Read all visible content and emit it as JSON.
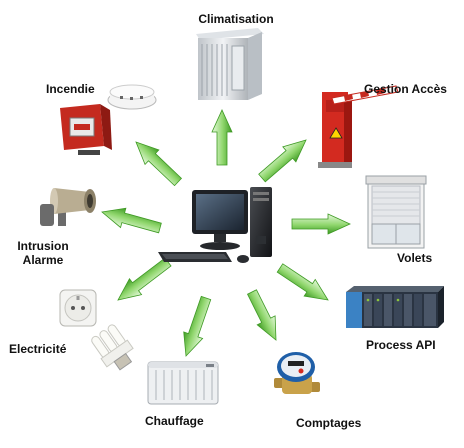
{
  "nodes": [
    {
      "id": "climatisation",
      "label": "Climatisation",
      "icon": "air-conditioner-icon"
    },
    {
      "id": "gestion-acces",
      "label": "Gestion Accès",
      "icon": "barrier-gate-icon"
    },
    {
      "id": "volets",
      "label": "Volets",
      "icon": "window-shutter-icon"
    },
    {
      "id": "process-api",
      "label": "Process API",
      "icon": "plc-rack-icon"
    },
    {
      "id": "comptages",
      "label": "Comptages",
      "icon": "water-meter-icon"
    },
    {
      "id": "chauffage",
      "label": "Chauffage",
      "icon": "radiator-icon"
    },
    {
      "id": "electricite",
      "label": "Electricité",
      "icon": "socket-bulb-icon"
    },
    {
      "id": "intrusion",
      "label_line1": "Intrusion",
      "label_line2": "Alarme",
      "icon": "siren-speaker-icon"
    },
    {
      "id": "incendie",
      "label": "Incendie",
      "icon": "fire-alarm-icon"
    }
  ],
  "center": {
    "icon": "computer-icon"
  },
  "colors": {
    "arrow": "#5dbf3a",
    "arrow_dark": "#3e9a24",
    "arrow_light": "#c9efb6"
  }
}
